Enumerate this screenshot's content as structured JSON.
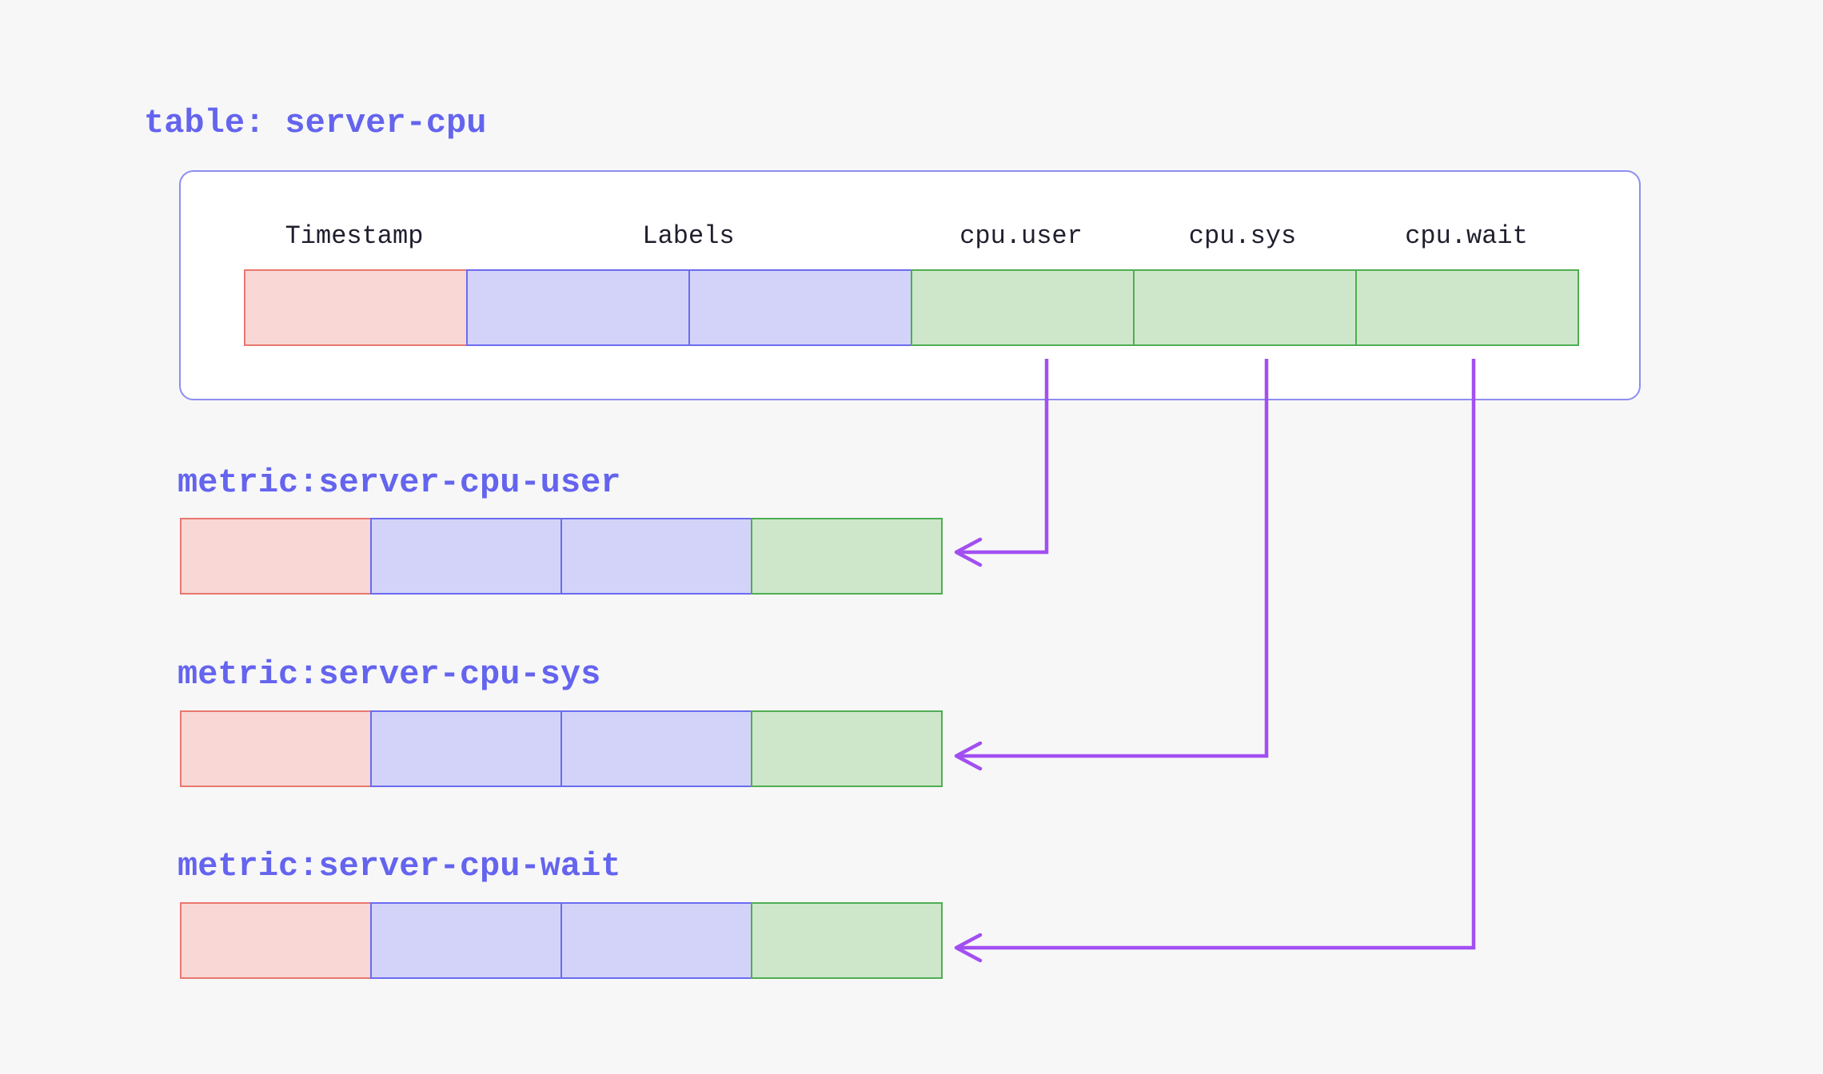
{
  "colors": {
    "page_bg": "#f7f7f8",
    "box_bg": "#ffffff",
    "box_border": "#8d8df2",
    "title_text": "#6464ee",
    "header_text": "#1f1f2e",
    "red_fill": "#f8d7d5",
    "red_border": "#e8786e",
    "blue_fill": "#d3d3f9",
    "blue_border": "#6b6bf0",
    "green_fill": "#cee7ca",
    "green_border": "#4fad53",
    "arrow": "#a24ff2"
  },
  "diagram": {
    "title": "table: server-cpu",
    "table": {
      "headers": [
        "Timestamp",
        "Labels",
        "cpu.user",
        "cpu.sys",
        "cpu.wait"
      ],
      "cell_types": [
        "timestamp",
        "labels",
        "labels",
        "field",
        "field",
        "field"
      ]
    },
    "metrics": [
      {
        "title": "metric:server-cpu-user",
        "source_column": "cpu.user",
        "cell_types": [
          "timestamp",
          "labels",
          "labels",
          "field"
        ]
      },
      {
        "title": "metric:server-cpu-sys",
        "source_column": "cpu.sys",
        "cell_types": [
          "timestamp",
          "labels",
          "labels",
          "field"
        ]
      },
      {
        "title": "metric:server-cpu-wait",
        "source_column": "cpu.wait",
        "cell_types": [
          "timestamp",
          "labels",
          "labels",
          "field"
        ]
      }
    ]
  }
}
